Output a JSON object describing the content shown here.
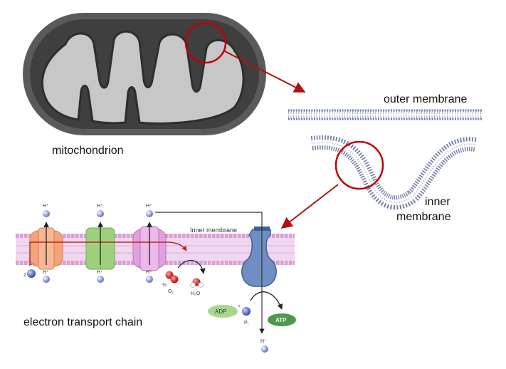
{
  "labels": {
    "mitochondrion": "mitochondrion",
    "outer_membrane": "outer membrane",
    "inner_line1": "inner",
    "inner_line2": "membrane",
    "etc": "electron transport chain",
    "inner_membrane_small": "Inner membrane"
  },
  "etc": {
    "h_plus": "H⁺",
    "electron": "e⁻",
    "electron_count": "2",
    "half": "½",
    "o2": "O₂",
    "h2o": "H₂O",
    "adp": "ADP",
    "plus": "+",
    "pi": "Pᵢ",
    "atp": "ATP"
  },
  "colors": {
    "mito_outer": "#5a5a5a",
    "mito_matrix": "#c7c7c7",
    "membrane_blue": "#6f7aa8",
    "highlight_red": "#c00000",
    "arrow_red": "#b01010",
    "etc_membrane_pink": "#d9a0d6",
    "complex_orange": "#f3a47a",
    "complex_green": "#9fd07c",
    "complex_pink": "#e0a2de",
    "atp_synthase_blue": "#6f8fc4",
    "adp_green": "#a8d78c",
    "atp_green": "#4a9a4a",
    "proton_blue": "#8b9ad4"
  }
}
